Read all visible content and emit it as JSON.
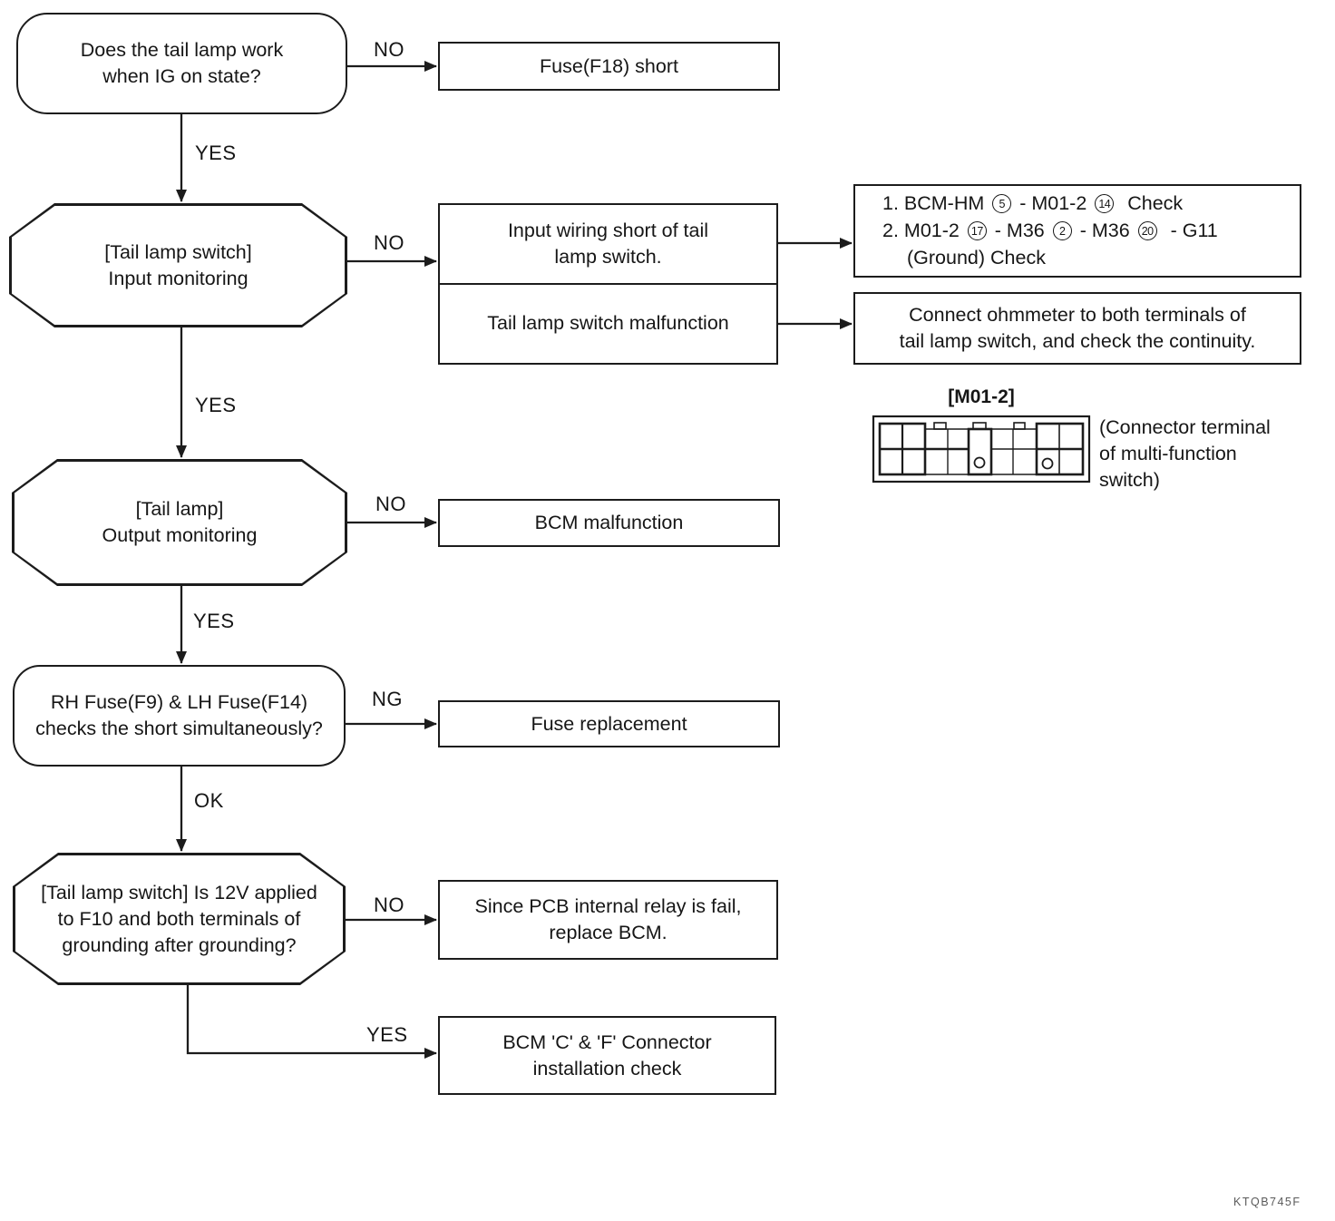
{
  "nodes": {
    "q_tail_lamp_ig": {
      "label": "Does the tail lamp work\nwhen IG on state?"
    },
    "fuse_f18": {
      "label": "Fuse(F18) short"
    },
    "input_monitoring": {
      "label": "[Tail lamp switch]\nInput monitoring"
    },
    "input_wiring_short": {
      "label": "Input wiring short of tail\nlamp switch."
    },
    "switch_malfunction": {
      "label": "Tail lamp switch malfunction"
    },
    "wiring_check": {
      "lines": [
        {
          "indent": 0,
          "parts": [
            {
              "t": "1. BCM-HM "
            },
            {
              "c": "5"
            },
            {
              "t": " - M01-2 "
            },
            {
              "c": "14"
            },
            {
              "t": "  Check"
            }
          ]
        },
        {
          "indent": 0,
          "parts": [
            {
              "t": "2. M01-2 "
            },
            {
              "c": "17"
            },
            {
              "t": " - M36 "
            },
            {
              "c": "2"
            },
            {
              "t": " - M36 "
            },
            {
              "c": "20"
            },
            {
              "t": "  - G11"
            }
          ]
        },
        {
          "indent": 1,
          "parts": [
            {
              "t": "(Ground) Check"
            }
          ]
        }
      ]
    },
    "ohmmeter_check": {
      "label": "Connect ohmmeter to both terminals of\ntail lamp switch, and check the continuity."
    },
    "connector_title": "[M01-2]",
    "connector_caption": "(Connector terminal\nof multi-function\nswitch)",
    "output_monitoring": {
      "label": "[Tail lamp]\nOutput monitoring"
    },
    "bcm_malfunction": {
      "label": "BCM malfunction"
    },
    "fuse_simultaneous_check": {
      "label": "RH Fuse(F9) & LH Fuse(F14)\nchecks the short simultaneously?"
    },
    "fuse_replacement": {
      "label": "Fuse replacement"
    },
    "q_12v_applied": {
      "label": "[Tail lamp switch] Is 12V applied\nto F10 and both terminals of\ngrounding after grounding?"
    },
    "pcb_relay_fail": {
      "label": "Since PCB internal relay is fail,\nreplace BCM."
    },
    "bcm_connector_check": {
      "label": "BCM 'C' & 'F' Connector\ninstallation check"
    }
  },
  "edge_labels": {
    "no1": "NO",
    "yes1": "YES",
    "no2": "NO",
    "yes2": "YES",
    "no3": "NO",
    "yes3": "YES",
    "ng": "NG",
    "ok": "OK",
    "no4": "NO",
    "yes4": "YES"
  },
  "footer": {
    "code": "KTQB745F"
  },
  "colors": {
    "line": "#1c1c1c",
    "background": "#ffffff"
  }
}
